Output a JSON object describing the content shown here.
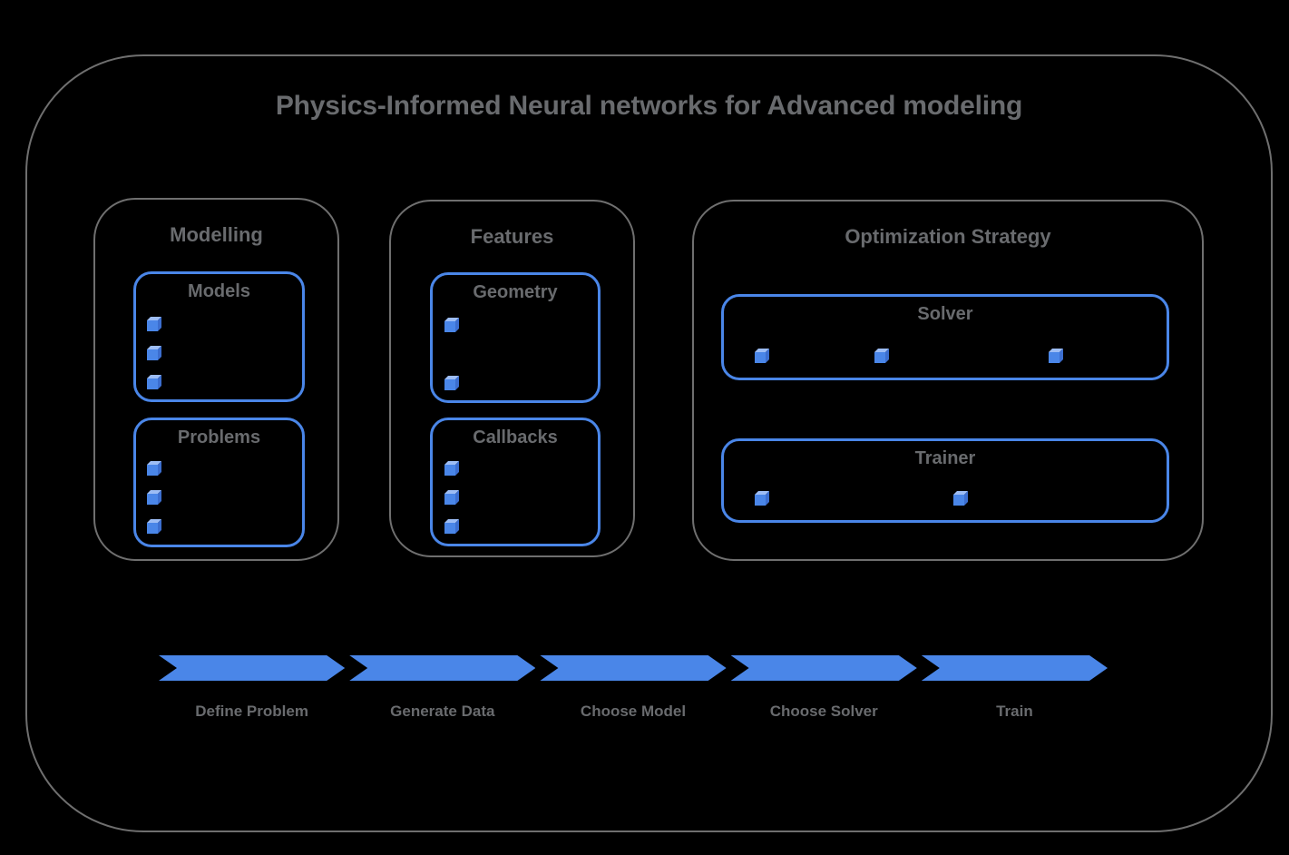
{
  "title": "Physics-Informed Neural networks for Advanced modeling",
  "colors": {
    "accent_blue": "#4a86e8",
    "cube_top": "#9dbdf5",
    "cube_side": "#3c6ecf",
    "border_gray": "#6f6f6f",
    "text_gray": "#696b6e",
    "background": "#000000"
  },
  "groups": [
    {
      "title": "Modelling",
      "boxes": [
        {
          "title": "Models",
          "bullet_count": 3
        },
        {
          "title": "Problems",
          "bullet_count": 3
        }
      ]
    },
    {
      "title": "Features",
      "boxes": [
        {
          "title": "Geometry",
          "bullet_count": 2
        },
        {
          "title": "Callbacks",
          "bullet_count": 3
        }
      ]
    },
    {
      "title": "Optimization Strategy",
      "boxes": [
        {
          "title": "Solver",
          "bullet_count": 3
        },
        {
          "title": "Trainer",
          "bullet_count": 2
        }
      ]
    }
  ],
  "flow_steps": [
    {
      "label": "Define Problem"
    },
    {
      "label": "Generate Data"
    },
    {
      "label": "Choose Model"
    },
    {
      "label": "Choose Solver"
    },
    {
      "label": "Train"
    }
  ]
}
